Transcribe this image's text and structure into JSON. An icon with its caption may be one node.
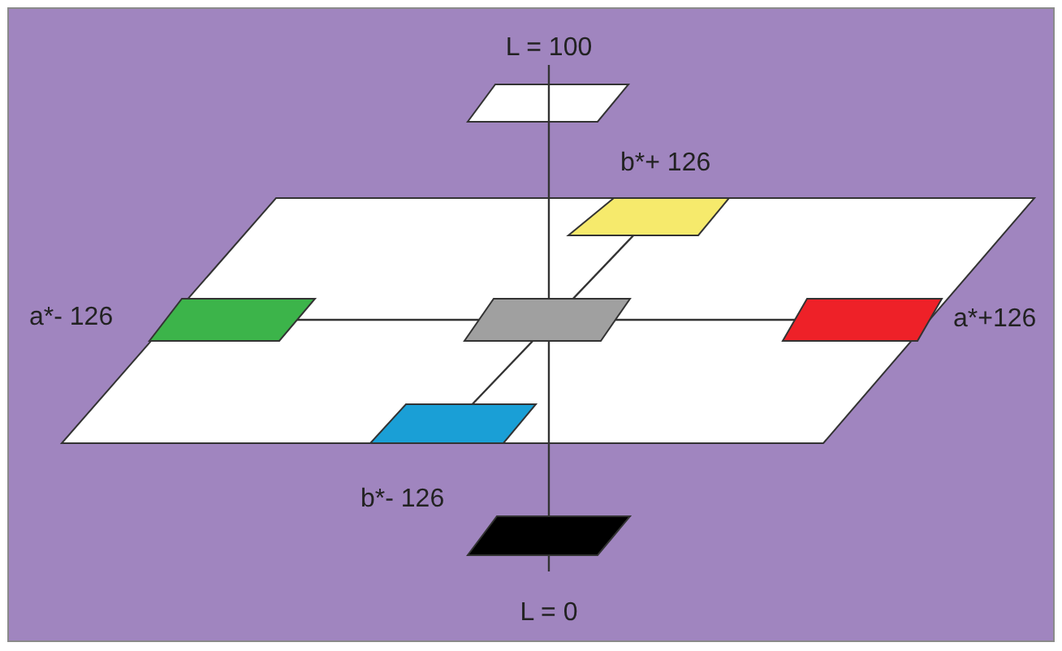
{
  "diagram": {
    "labels": [
      "L = 100",
      "b*+ 126",
      "a*- 126",
      "a*+126",
      "b*- 126",
      "L = 0"
    ]
  }
}
